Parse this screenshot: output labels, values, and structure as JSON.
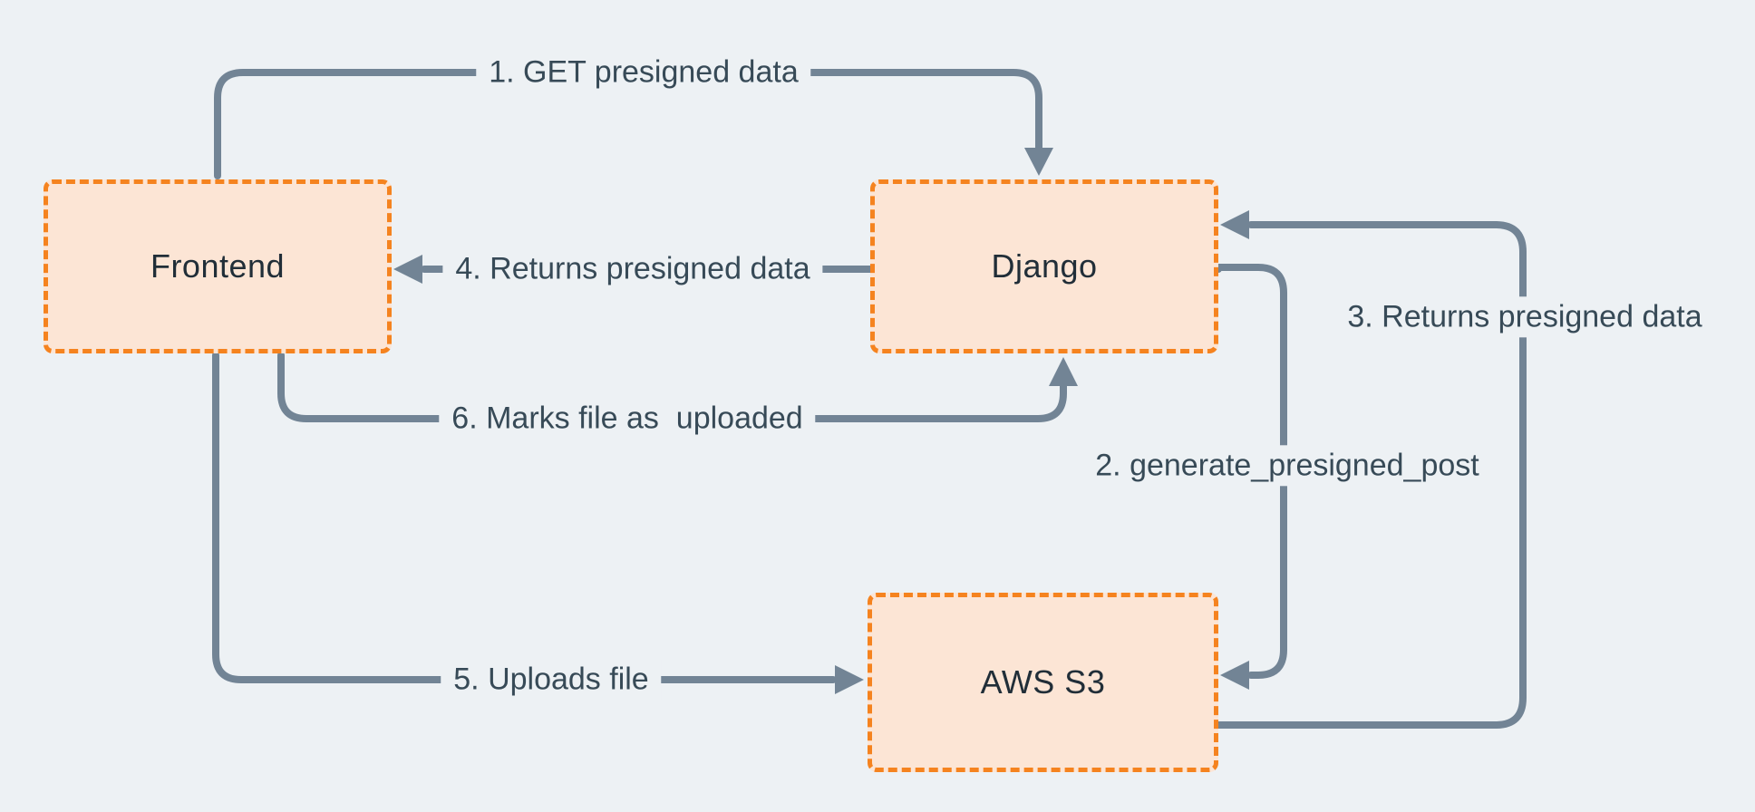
{
  "diagram": {
    "colors": {
      "background": "#edf1f4",
      "node_fill": "#fce5d5",
      "node_border": "#f5831f",
      "arrow": "#728495",
      "node_text": "#212e38",
      "label_text": "#374a57"
    },
    "nodes": [
      {
        "id": "frontend",
        "label": "Frontend"
      },
      {
        "id": "django",
        "label": "Django"
      },
      {
        "id": "aws-s3",
        "label": "AWS S3"
      }
    ],
    "edges": [
      {
        "id": "1",
        "from": "Frontend",
        "to": "Django",
        "label": "1. GET presigned data"
      },
      {
        "id": "2",
        "from": "Django",
        "to": "AWS S3",
        "label": "2. generate_presigned_post"
      },
      {
        "id": "3",
        "from": "AWS S3",
        "to": "Django",
        "label": "3. Returns presigned data"
      },
      {
        "id": "4",
        "from": "Django",
        "to": "Frontend",
        "label": "4. Returns presigned data"
      },
      {
        "id": "5",
        "from": "Frontend",
        "to": "AWS S3",
        "label": "5. Uploads file"
      },
      {
        "id": "6",
        "from": "Frontend",
        "to": "Django",
        "label": "6. Marks file as  uploaded"
      }
    ]
  }
}
